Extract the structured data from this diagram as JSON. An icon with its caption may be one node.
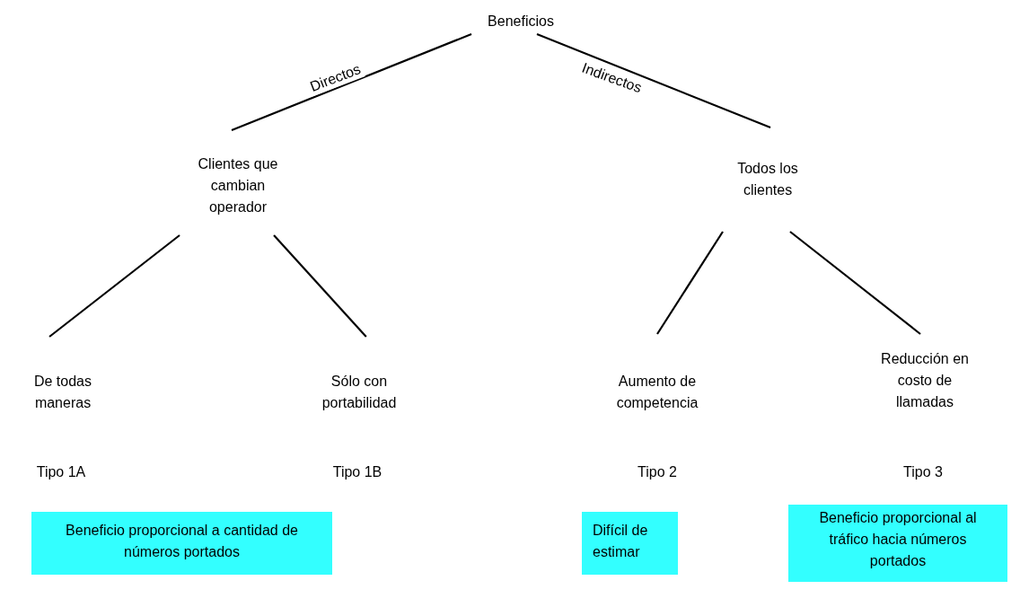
{
  "diagram": {
    "nodes": [
      {
        "text": [
          "Beneficios"
        ]
      },
      {
        "text": [
          "Clientes que cambian operador"
        ]
      },
      {
        "text": [
          "Todos los clientes"
        ]
      },
      {
        "text": [
          "De todas maneras"
        ]
      },
      {
        "text": [
          "Sólo con portabilidad"
        ]
      },
      {
        "text": [
          "Aumento de competencia"
        ]
      },
      {
        "text": [
          "Reducción en costo de llamadas"
        ]
      },
      {
        "text": [
          "Beneficio proporcional a cantidad de números portados"
        ]
      },
      {
        "text": [
          "Difícil de estimar"
        ]
      },
      {
        "text": [
          "Beneficio proporcional al tráfico hacia números portados"
        ]
      }
    ],
    "edges": [
      {
        "from": 0,
        "to": 1,
        "arrow": "none",
        "label": "Directos"
      },
      {
        "from": 0,
        "to": 2,
        "arrow": "none",
        "label": "Indirectos"
      },
      {
        "from": 1,
        "to": 3,
        "arrow": "none"
      },
      {
        "from": 1,
        "to": 4,
        "arrow": "none"
      },
      {
        "from": 2,
        "to": 5,
        "arrow": "none"
      },
      {
        "from": 2,
        "to": 6,
        "arrow": "none"
      }
    ],
    "labels": [
      "Tipo 1A",
      "Tipo 1B",
      "Tipo 2",
      "Tipo 3"
    ]
  }
}
